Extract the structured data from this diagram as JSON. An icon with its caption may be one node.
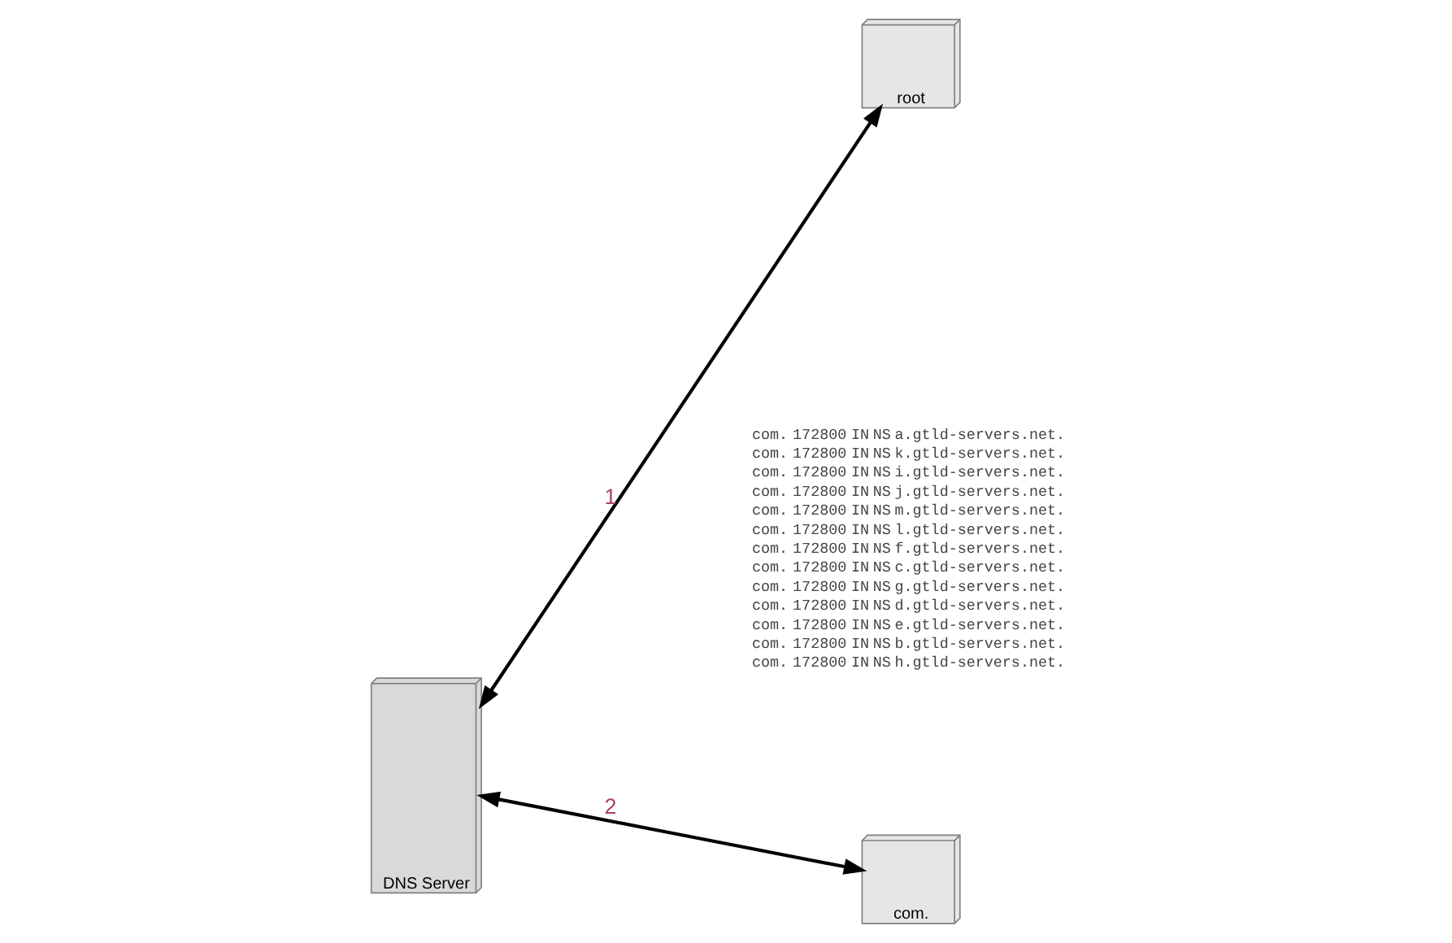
{
  "diagram": {
    "nodes": [
      {
        "text": [
          "DNS Server"
        ]
      },
      {
        "text": [
          "root"
        ]
      },
      {
        "text": [
          "com."
        ]
      }
    ],
    "edges": [
      {
        "from": 0,
        "to": 1,
        "arrow": "both",
        "label": "1"
      },
      {
        "from": 0,
        "to": 2,
        "arrow": "both",
        "label": "2"
      }
    ],
    "labels": [
      "com.",
      "172800",
      "IN",
      "NS",
      "a.gtld-servers.net.",
      "com.",
      "172800",
      "IN",
      "NS",
      "k.gtld-servers.net.",
      "com.",
      "172800",
      "IN",
      "NS",
      "i.gtld-servers.net.",
      "com.",
      "172800",
      "IN",
      "NS",
      "j.gtld-servers.net.",
      "com.",
      "172800",
      "IN",
      "NS",
      "m.gtld-servers.net.",
      "com.",
      "172800",
      "IN",
      "NS",
      "l.gtld-servers.net.",
      "com.",
      "172800",
      "IN",
      "NS",
      "f.gtld-servers.net.",
      "com.",
      "172800",
      "IN",
      "NS",
      "c.gtld-servers.net.",
      "com.",
      "172800",
      "IN",
      "NS",
      "g.gtld-servers.net.",
      "com.",
      "172800",
      "IN",
      "NS",
      "d.gtld-servers.net.",
      "com.",
      "172800",
      "IN",
      "NS",
      "e.gtld-servers.net.",
      "com.",
      "172800",
      "IN",
      "NS",
      "b.gtld-servers.net.",
      "com.",
      "172800",
      "IN",
      "NS",
      "h.gtld-servers.net."
    ]
  }
}
